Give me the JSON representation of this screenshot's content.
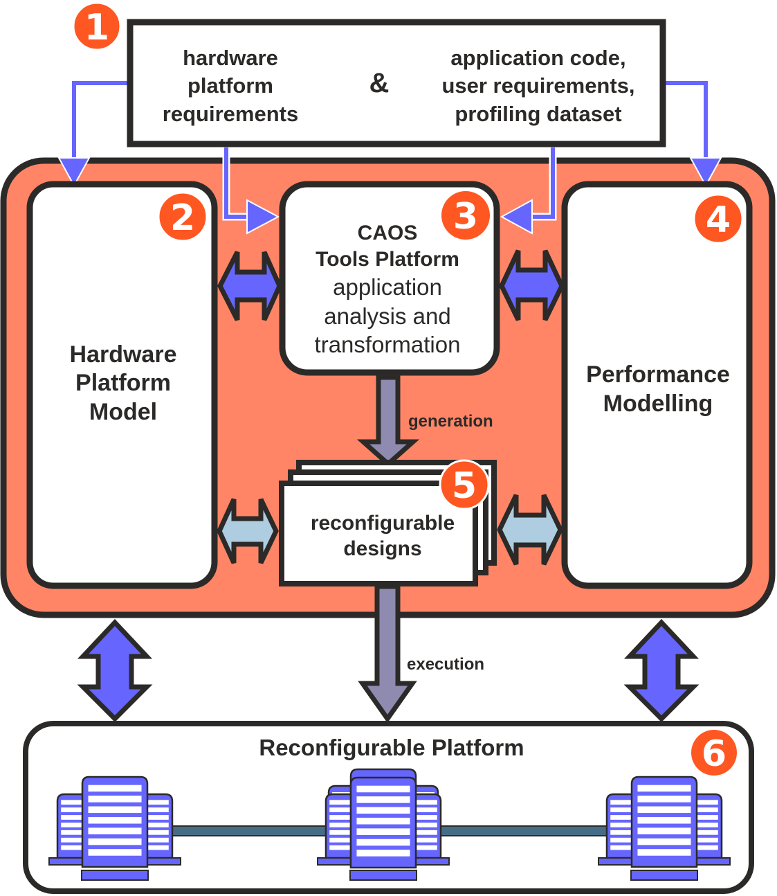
{
  "diagram": {
    "colors": {
      "container_fill": "#FF8566",
      "outline": "#2B2A28",
      "badge": "#FF5722",
      "feed_arrow": "#6666FF",
      "flow_arrow": "#8E8AB0",
      "design_link_arrow": "#AECDE0",
      "network_link": "#466D87",
      "server": "#6666FF"
    },
    "input_box": {
      "badge": "1",
      "left_text": "hardware\nplatform\nrequirements",
      "joiner": "&",
      "right_text": "application code,\nuser requirements,\nprofiling dataset"
    },
    "hardware_model": {
      "badge": "2",
      "title": "Hardware\nPlatform\nModel"
    },
    "caos_tools": {
      "badge": "3",
      "title": "CAOS\nTools Platform",
      "description": "application\nanalysis and\ntransformation"
    },
    "performance_modelling": {
      "badge": "4",
      "title": "Performance\nModelling"
    },
    "designs": {
      "badge": "5",
      "title": "reconfigurable\ndesigns"
    },
    "platform": {
      "badge": "6",
      "title": "Reconfigurable Platform",
      "server_clusters": [
        "left-cluster",
        "center-cluster",
        "right-cluster"
      ]
    },
    "flows": {
      "generation": "generation",
      "execution": "execution"
    }
  }
}
